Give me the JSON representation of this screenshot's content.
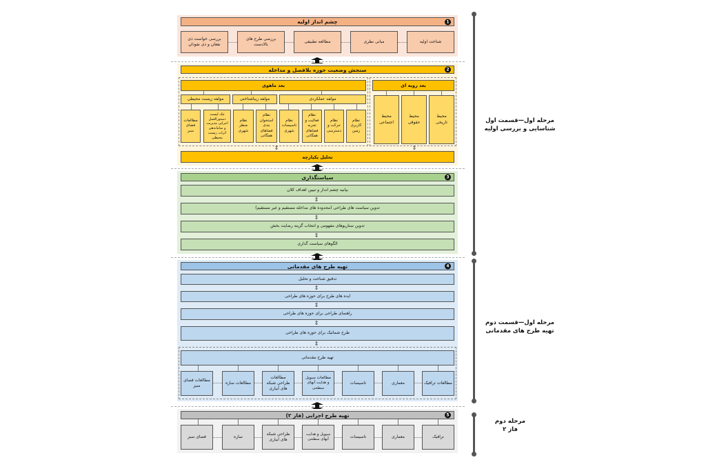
{
  "colors": {
    "section1": "#f4b183",
    "section2": "#ffc000",
    "section3": "#a9d18e",
    "section4": "#9dc3e6",
    "section5": "#bfbfbf",
    "timeline": "#555555"
  },
  "section1": {
    "number": "1",
    "title": "چشم انداز اولیه",
    "items": [
      "شناخت اولیه",
      "مبانی نظری",
      "مطالعه تطبیقی",
      "بررسی طرح های بالادست",
      "بررسی خواست ذی نفعان و ذی نفوذان"
    ]
  },
  "section2": {
    "number": "2",
    "title": "سنجش وضعیت حوزه بلافصل و مداخله",
    "procedural": {
      "title": "بعد رویه ای",
      "items": [
        "محیط تاریخی",
        "محیط حقوقی",
        "محیط اجتماعی"
      ]
    },
    "substantive": {
      "title": "بعد ماهوی",
      "groups": [
        {
          "title": "مولفه عملکردی",
          "items": [
            "نظام کاربری زمین",
            "نظام حرکت و دسترسی",
            "نظام فعالیت و تجربه فضاهای همگانی",
            "نظام تاسیسات شهری"
          ]
        },
        {
          "title": "مولفه زیباشناختی",
          "items": [
            "نظام استخوان بندی فضاهای همگانی",
            "نظام منظر شهری"
          ]
        },
        {
          "title": "مولفه زیست محیطی",
          "items": [
            "چک لیست دستورالعمل اجرایی مدیریت و ساماندهی اثرات زیست محیطی",
            "مطالعات فضای سبز"
          ]
        }
      ]
    },
    "integrated": "تحلیل یکپارچه"
  },
  "section3": {
    "number": "3",
    "title": "سیاستگذاری",
    "items": [
      "بیانیه چشم انداز و تبیین اهداف کلان",
      "تدوین سیاست های طراحی (محدوده های مداخله مستقیم و غیر مستقیم)",
      "تدوین سناریوهای مفهومی و انتخاب گزینه رضایت بخش",
      "الگوهای سیاست گذاری"
    ]
  },
  "section4": {
    "number": "4",
    "title": "تهیه طرح های مقدماتی",
    "items": [
      "تدقیق شناخت و تحلیل",
      "ایده های طرح برای حوزه های طراحی",
      "راهنمای طراحی برای حوزه های طراحی",
      "طرح شماتیک برای حوزه های طراحی"
    ],
    "preliminary": {
      "title": "تهیه طرح مقدماتی",
      "items": [
        "مطالعات ترافیک",
        "معماری",
        "تاسیسات",
        "مطالعات سیویل و هدایت آبهای سطحی",
        "مطالعات طراحی شبکه های آبیاری",
        "مطالعات سازه",
        "مطالعات فضای سبز"
      ]
    }
  },
  "section5": {
    "number": "5",
    "title": "تهیه طرح اجرایی (فاز ۲)",
    "items": [
      "ترافیک",
      "معماری",
      "تاسیسات",
      "سیویل و هدایت آبهای سطحی",
      "طراحی شبکه های آبیاری",
      "سازه",
      "فضای سبز"
    ]
  },
  "timeline": [
    {
      "line1": "مرحله اول—قسمت اول",
      "line2": "شناسایی و بررسی اولیه"
    },
    {
      "line1": "مرحله اول—قسمت دوم",
      "line2": "تهیه طرح های مقدماتی"
    },
    {
      "line1": "مرحله دوم",
      "line2": "فاز ۲"
    }
  ]
}
